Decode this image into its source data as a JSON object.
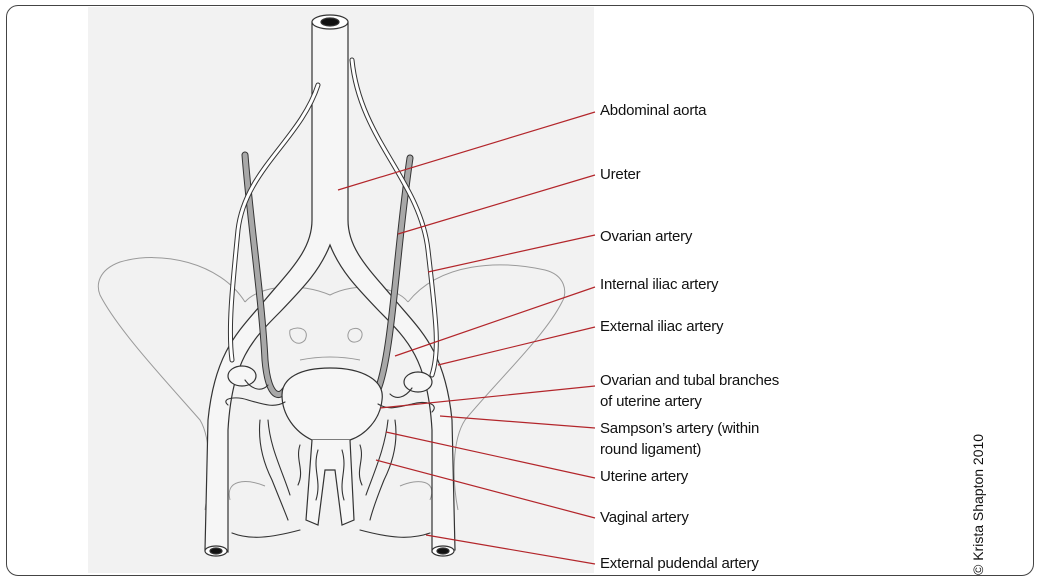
{
  "diagram": {
    "labels": [
      {
        "id": "abdominal-aorta",
        "text": "Abdominal aorta"
      },
      {
        "id": "ureter",
        "text": "Ureter"
      },
      {
        "id": "ovarian-artery",
        "text": "Ovarian artery"
      },
      {
        "id": "internal-iliac-artery",
        "text": "Internal iliac artery"
      },
      {
        "id": "external-iliac-artery",
        "text": "External iliac artery"
      },
      {
        "id": "ovarian-tubal-branches-1",
        "text": "Ovarian and tubal branches"
      },
      {
        "id": "ovarian-tubal-branches-2",
        "text": "of uterine artery"
      },
      {
        "id": "sampsons-artery-1",
        "text": "Sampson’s artery (within"
      },
      {
        "id": "sampsons-artery-2",
        "text": "round ligament)"
      },
      {
        "id": "uterine-artery",
        "text": "Uterine artery"
      },
      {
        "id": "vaginal-artery",
        "text": "Vaginal artery"
      },
      {
        "id": "external-pudendal-artery",
        "text": "External pudendal artery"
      }
    ],
    "credit": "© Krista Shapton 2010"
  }
}
